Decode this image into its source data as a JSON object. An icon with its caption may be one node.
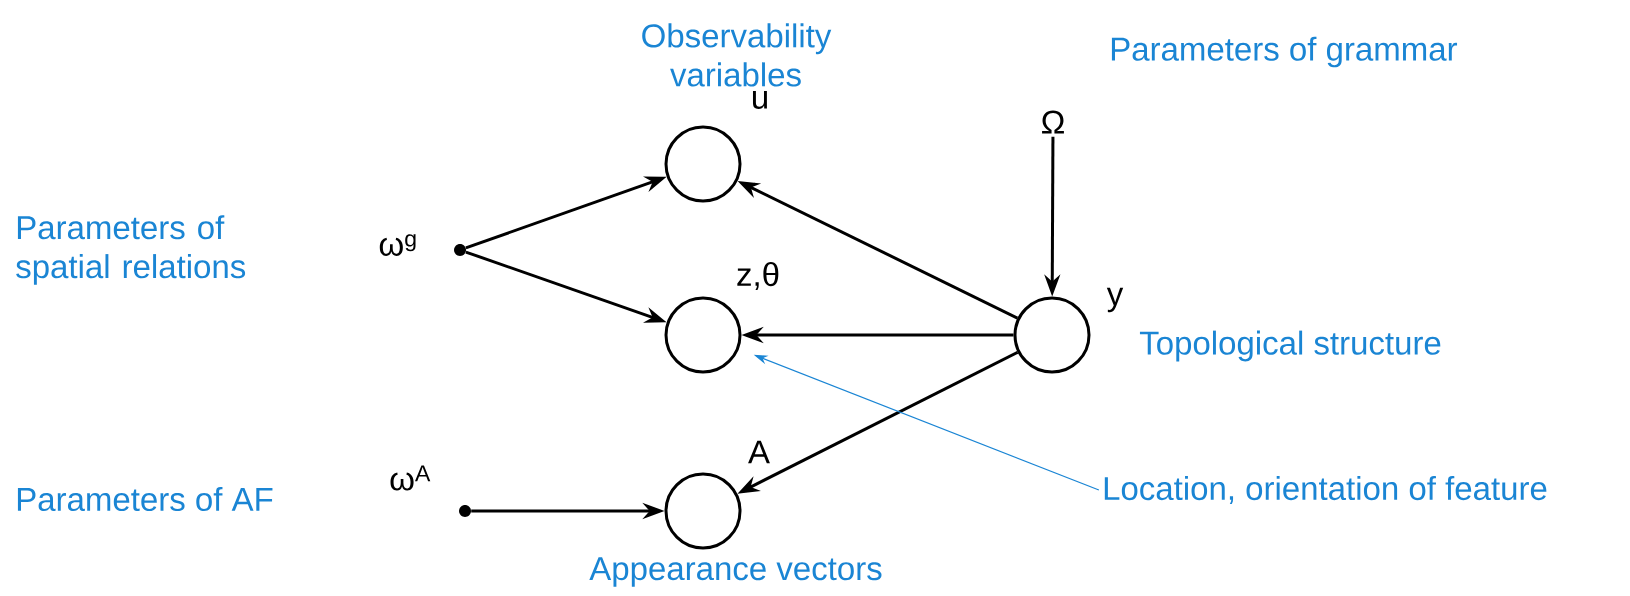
{
  "diagram": {
    "nodes": [
      {
        "text": [],
        "shape": "circle",
        "beside": [
          "Observability variables",
          "u"
        ]
      },
      {
        "text": [],
        "shape": "circle",
        "beside": [
          "z,θ"
        ]
      },
      {
        "text": [],
        "shape": "circle",
        "beside": [
          "A",
          "Appearance vectors"
        ]
      },
      {
        "text": [],
        "shape": "circle",
        "beside": [
          "y",
          "Topological structure"
        ]
      },
      {
        "text": [],
        "shape": "dot",
        "beside": [
          "ω$^{g}$"
        ]
      },
      {
        "text": [],
        "shape": "dot",
        "beside": [
          "ω$^{A}$",
          "Parameters of AF"
        ]
      },
      {
        "text": [
          "Ω"
        ],
        "beside": [
          "Parameters of grammar"
        ]
      },
      {
        "text": [
          "Location, orientation of feature"
        ]
      }
    ],
    "edges": [
      {
        "from": 4,
        "to": 0,
        "arrow": "to"
      },
      {
        "from": 4,
        "to": 1,
        "arrow": "to"
      },
      {
        "from": 3,
        "to": 0,
        "arrow": "to"
      },
      {
        "from": 3,
        "to": 1,
        "arrow": "to"
      },
      {
        "from": 3,
        "to": 2,
        "arrow": "to"
      },
      {
        "from": 6,
        "to": 3,
        "arrow": "to"
      },
      {
        "from": 5,
        "to": 2,
        "arrow": "to"
      },
      {
        "from": 7,
        "to": 1,
        "arrow": "to",
        "color": "#1a85d4"
      }
    ],
    "labels": [
      "Parameters of spatial relations"
    ]
  }
}
